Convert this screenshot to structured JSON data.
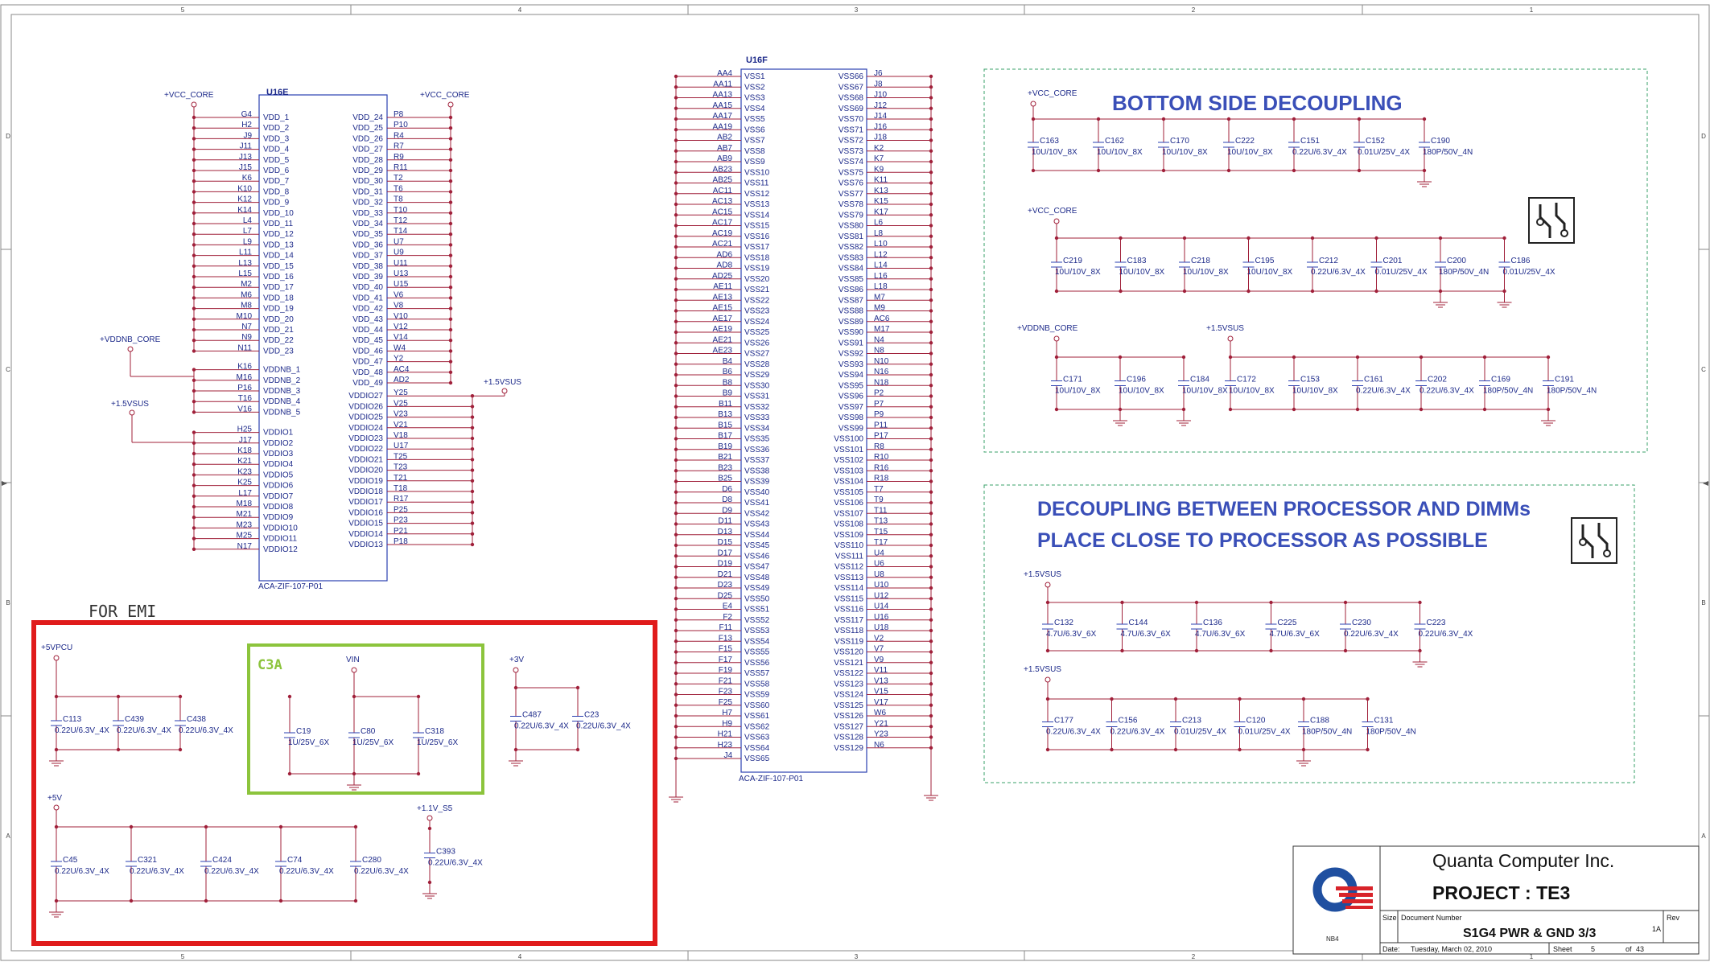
{
  "border": {
    "cols_top": [
      "5",
      "4",
      "3",
      "2",
      "1"
    ],
    "cols_bottom": [
      "5",
      "4",
      "3",
      "2",
      "1"
    ],
    "rows_left": [
      "D",
      "C",
      "B",
      "A"
    ],
    "rows_right": [
      "D",
      "C",
      "B",
      "A"
    ]
  },
  "u16e": {
    "ref": "U16E",
    "footprint": "ACA-ZIF-107-P01",
    "rail_left": "+VCC_CORE",
    "rail_right": "+VCC_CORE",
    "rail_vddnb": "+VDDNB_CORE",
    "rail_vsus_left": "+1.5VSUS",
    "rail_vsus_right": "+1.5VSUS",
    "left_pins": [
      [
        "G4",
        "VDD_1"
      ],
      [
        "H2",
        "VDD_2"
      ],
      [
        "J9",
        "VDD_3"
      ],
      [
        "J11",
        "VDD_4"
      ],
      [
        "J13",
        "VDD_5"
      ],
      [
        "J15",
        "VDD_6"
      ],
      [
        "K6",
        "VDD_7"
      ],
      [
        "K10",
        "VDD_8"
      ],
      [
        "K12",
        "VDD_9"
      ],
      [
        "K14",
        "VDD_10"
      ],
      [
        "L4",
        "VDD_11"
      ],
      [
        "L7",
        "VDD_12"
      ],
      [
        "L9",
        "VDD_13"
      ],
      [
        "L11",
        "VDD_14"
      ],
      [
        "L13",
        "VDD_15"
      ],
      [
        "L15",
        "VDD_16"
      ],
      [
        "M2",
        "VDD_17"
      ],
      [
        "M6",
        "VDD_18"
      ],
      [
        "M8",
        "VDD_19"
      ],
      [
        "M10",
        "VDD_20"
      ],
      [
        "N7",
        "VDD_21"
      ],
      [
        "N9",
        "VDD_22"
      ],
      [
        "N11",
        "VDD_23"
      ],
      [
        "K16",
        "VDDNB_1"
      ],
      [
        "M16",
        "VDDNB_2"
      ],
      [
        "P16",
        "VDDNB_3"
      ],
      [
        "T16",
        "VDDNB_4"
      ],
      [
        "V16",
        "VDDNB_5"
      ],
      [
        "H25",
        "VDDIO1"
      ],
      [
        "J17",
        "VDDIO2"
      ],
      [
        "K18",
        "VDDIO3"
      ],
      [
        "K21",
        "VDDIO4"
      ],
      [
        "K23",
        "VDDIO5"
      ],
      [
        "K25",
        "VDDIO6"
      ],
      [
        "L17",
        "VDDIO7"
      ],
      [
        "M18",
        "VDDIO8"
      ],
      [
        "M21",
        "VDDIO9"
      ],
      [
        "M23",
        "VDDIO10"
      ],
      [
        "M25",
        "VDDIO11"
      ],
      [
        "N17",
        "VDDIO12"
      ]
    ],
    "right_pins": [
      [
        "P8",
        "VDD_24"
      ],
      [
        "P10",
        "VDD_25"
      ],
      [
        "R4",
        "VDD_26"
      ],
      [
        "R7",
        "VDD_27"
      ],
      [
        "R9",
        "VDD_28"
      ],
      [
        "R11",
        "VDD_29"
      ],
      [
        "T2",
        "VDD_30"
      ],
      [
        "T6",
        "VDD_31"
      ],
      [
        "T8",
        "VDD_32"
      ],
      [
        "T10",
        "VDD_33"
      ],
      [
        "T12",
        "VDD_34"
      ],
      [
        "T14",
        "VDD_35"
      ],
      [
        "U7",
        "VDD_36"
      ],
      [
        "U9",
        "VDD_37"
      ],
      [
        "U11",
        "VDD_38"
      ],
      [
        "U13",
        "VDD_39"
      ],
      [
        "U15",
        "VDD_40"
      ],
      [
        "V6",
        "VDD_41"
      ],
      [
        "V8",
        "VDD_42"
      ],
      [
        "V10",
        "VDD_43"
      ],
      [
        "V12",
        "VDD_44"
      ],
      [
        "V14",
        "VDD_45"
      ],
      [
        "W4",
        "VDD_46"
      ],
      [
        "Y2",
        "VDD_47"
      ],
      [
        "AC4",
        "VDD_48"
      ],
      [
        "AD2",
        "VDD_49"
      ],
      [
        "Y25",
        "VDDIO27"
      ],
      [
        "V25",
        "VDDIO26"
      ],
      [
        "V23",
        "VDDIO25"
      ],
      [
        "V21",
        "VDDIO24"
      ],
      [
        "V18",
        "VDDIO23"
      ],
      [
        "U17",
        "VDDIO22"
      ],
      [
        "T25",
        "VDDIO21"
      ],
      [
        "T23",
        "VDDIO20"
      ],
      [
        "T21",
        "VDDIO19"
      ],
      [
        "T18",
        "VDDIO18"
      ],
      [
        "R17",
        "VDDIO17"
      ],
      [
        "P25",
        "VDDIO16"
      ],
      [
        "P23",
        "VDDIO15"
      ],
      [
        "P21",
        "VDDIO14"
      ],
      [
        "P18",
        "VDDIO13"
      ]
    ]
  },
  "u16f": {
    "ref": "U16F",
    "footprint": "ACA-ZIF-107-P01",
    "left_pins": [
      [
        "AA4",
        "VSS1"
      ],
      [
        "AA11",
        "VSS2"
      ],
      [
        "AA13",
        "VSS3"
      ],
      [
        "AA15",
        "VSS4"
      ],
      [
        "AA17",
        "VSS5"
      ],
      [
        "AA19",
        "VSS6"
      ],
      [
        "AB2",
        "VSS7"
      ],
      [
        "AB7",
        "VSS8"
      ],
      [
        "AB9",
        "VSS9"
      ],
      [
        "AB23",
        "VSS10"
      ],
      [
        "AB25",
        "VSS11"
      ],
      [
        "AC11",
        "VSS12"
      ],
      [
        "AC13",
        "VSS13"
      ],
      [
        "AC15",
        "VSS14"
      ],
      [
        "AC17",
        "VSS15"
      ],
      [
        "AC19",
        "VSS16"
      ],
      [
        "AC21",
        "VSS17"
      ],
      [
        "AD6",
        "VSS18"
      ],
      [
        "AD8",
        "VSS19"
      ],
      [
        "AD25",
        "VSS20"
      ],
      [
        "AE11",
        "VSS21"
      ],
      [
        "AE13",
        "VSS22"
      ],
      [
        "AE15",
        "VSS23"
      ],
      [
        "AE17",
        "VSS24"
      ],
      [
        "AE19",
        "VSS25"
      ],
      [
        "AE21",
        "VSS26"
      ],
      [
        "AE23",
        "VSS27"
      ],
      [
        "B4",
        "VSS28"
      ],
      [
        "B6",
        "VSS29"
      ],
      [
        "B8",
        "VSS30"
      ],
      [
        "B9",
        "VSS31"
      ],
      [
        "B11",
        "VSS32"
      ],
      [
        "B13",
        "VSS33"
      ],
      [
        "B15",
        "VSS34"
      ],
      [
        "B17",
        "VSS35"
      ],
      [
        "B19",
        "VSS36"
      ],
      [
        "B21",
        "VSS37"
      ],
      [
        "B23",
        "VSS38"
      ],
      [
        "B25",
        "VSS39"
      ],
      [
        "D6",
        "VSS40"
      ],
      [
        "D8",
        "VSS41"
      ],
      [
        "D9",
        "VSS42"
      ],
      [
        "D11",
        "VSS43"
      ],
      [
        "D13",
        "VSS44"
      ],
      [
        "D15",
        "VSS45"
      ],
      [
        "D17",
        "VSS46"
      ],
      [
        "D19",
        "VSS47"
      ],
      [
        "D21",
        "VSS48"
      ],
      [
        "D23",
        "VSS49"
      ],
      [
        "D25",
        "VSS50"
      ],
      [
        "E4",
        "VSS51"
      ],
      [
        "F2",
        "VSS52"
      ],
      [
        "F11",
        "VSS53"
      ],
      [
        "F13",
        "VSS54"
      ],
      [
        "F15",
        "VSS55"
      ],
      [
        "F17",
        "VSS56"
      ],
      [
        "F19",
        "VSS57"
      ],
      [
        "F21",
        "VSS58"
      ],
      [
        "F23",
        "VSS59"
      ],
      [
        "F25",
        "VSS60"
      ],
      [
        "H7",
        "VSS61"
      ],
      [
        "H9",
        "VSS62"
      ],
      [
        "H21",
        "VSS63"
      ],
      [
        "H23",
        "VSS64"
      ],
      [
        "J4",
        "VSS65"
      ]
    ],
    "right_pins": [
      [
        "J6",
        "VSS66"
      ],
      [
        "J8",
        "VSS67"
      ],
      [
        "J10",
        "VSS68"
      ],
      [
        "J12",
        "VSS69"
      ],
      [
        "J14",
        "VSS70"
      ],
      [
        "J16",
        "VSS71"
      ],
      [
        "J18",
        "VSS72"
      ],
      [
        "K2",
        "VSS73"
      ],
      [
        "K7",
        "VSS74"
      ],
      [
        "K9",
        "VSS75"
      ],
      [
        "K11",
        "VSS76"
      ],
      [
        "K13",
        "VSS77"
      ],
      [
        "K15",
        "VSS78"
      ],
      [
        "K17",
        "VSS79"
      ],
      [
        "L6",
        "VSS80"
      ],
      [
        "L8",
        "VSS81"
      ],
      [
        "L10",
        "VSS82"
      ],
      [
        "L12",
        "VSS83"
      ],
      [
        "L14",
        "VSS84"
      ],
      [
        "L16",
        "VSS85"
      ],
      [
        "L18",
        "VSS86"
      ],
      [
        "M7",
        "VSS87"
      ],
      [
        "M9",
        "VSS88"
      ],
      [
        "AC6",
        "VSS89"
      ],
      [
        "M17",
        "VSS90"
      ],
      [
        "N4",
        "VSS91"
      ],
      [
        "N8",
        "VSS92"
      ],
      [
        "N10",
        "VSS93"
      ],
      [
        "N16",
        "VSS94"
      ],
      [
        "N18",
        "VSS95"
      ],
      [
        "P2",
        "VSS96"
      ],
      [
        "P7",
        "VSS97"
      ],
      [
        "P9",
        "VSS98"
      ],
      [
        "P11",
        "VSS99"
      ],
      [
        "P17",
        "VSS100"
      ],
      [
        "R8",
        "VSS101"
      ],
      [
        "R10",
        "VSS102"
      ],
      [
        "R16",
        "VSS103"
      ],
      [
        "R18",
        "VSS104"
      ],
      [
        "T7",
        "VSS105"
      ],
      [
        "T9",
        "VSS106"
      ],
      [
        "T11",
        "VSS107"
      ],
      [
        "T13",
        "VSS108"
      ],
      [
        "T15",
        "VSS109"
      ],
      [
        "T17",
        "VSS110"
      ],
      [
        "U4",
        "VSS111"
      ],
      [
        "U6",
        "VSS112"
      ],
      [
        "U8",
        "VSS113"
      ],
      [
        "U10",
        "VSS114"
      ],
      [
        "U12",
        "VSS115"
      ],
      [
        "U14",
        "VSS116"
      ],
      [
        "U16",
        "VSS117"
      ],
      [
        "U18",
        "VSS118"
      ],
      [
        "V2",
        "VSS119"
      ],
      [
        "V7",
        "VSS120"
      ],
      [
        "V9",
        "VSS121"
      ],
      [
        "V11",
        "VSS122"
      ],
      [
        "V13",
        "VSS123"
      ],
      [
        "V15",
        "VSS124"
      ],
      [
        "V17",
        "VSS125"
      ],
      [
        "W6",
        "VSS126"
      ],
      [
        "Y21",
        "VSS127"
      ],
      [
        "Y23",
        "VSS128"
      ],
      [
        "N6",
        "VSS129"
      ]
    ]
  },
  "bottom_decoupling": {
    "title": "BOTTOM SIDE DECOUPLING",
    "row1_rail": "+VCC_CORE",
    "row1": [
      [
        "C163",
        "10U/10V_8X"
      ],
      [
        "C162",
        "10U/10V_8X"
      ],
      [
        "C170",
        "10U/10V_8X"
      ],
      [
        "C222",
        "10U/10V_8X"
      ],
      [
        "C151",
        "0.22U/6.3V_4X"
      ],
      [
        "C152",
        "0.01U/25V_4X"
      ],
      [
        "C190",
        "180P/50V_4N"
      ]
    ],
    "row2_rail": "+VCC_CORE",
    "row2": [
      [
        "C219",
        "10U/10V_8X"
      ],
      [
        "C183",
        "10U/10V_8X"
      ],
      [
        "C218",
        "10U/10V_8X"
      ],
      [
        "C195",
        "10U/10V_8X"
      ],
      [
        "C212",
        "0.22U/6.3V_4X"
      ],
      [
        "C201",
        "0.01U/25V_4X"
      ],
      [
        "C200",
        "180P/50V_4N"
      ],
      [
        "C186",
        "0.01U/25V_4X"
      ]
    ],
    "row3a_rail": "+VDDNB_CORE",
    "row3a": [
      [
        "C171",
        "10U/10V_8X"
      ],
      [
        "C196",
        "10U/10V_8X"
      ],
      [
        "C184",
        "10U/10V_8X"
      ]
    ],
    "row3b_rail": "+1.5VSUS",
    "row3b": [
      [
        "C172",
        "10U/10V_8X"
      ],
      [
        "C153",
        "10U/10V_8X"
      ],
      [
        "C161",
        "0.22U/6.3V_4X"
      ],
      [
        "C202",
        "0.22U/6.3V_4X"
      ],
      [
        "C169",
        "180P/50V_4N"
      ],
      [
        "C191",
        "180P/50V_4N"
      ]
    ]
  },
  "dimm_decoupling": {
    "title_line1": "DECOUPLING BETWEEN PROCESSOR AND DIMMs",
    "title_line2": "PLACE CLOSE TO PROCESSOR AS POSSIBLE",
    "row1_rail": "+1.5VSUS",
    "row1": [
      [
        "C132",
        "4.7U/6.3V_6X"
      ],
      [
        "C144",
        "4.7U/6.3V_6X"
      ],
      [
        "C136",
        "4.7U/6.3V_6X"
      ],
      [
        "C225",
        "4.7U/6.3V_6X"
      ],
      [
        "C230",
        "0.22U/6.3V_4X"
      ],
      [
        "C223",
        "0.22U/6.3V_4X"
      ]
    ],
    "row2_rail": "+1.5VSUS",
    "row2": [
      [
        "C177",
        "0.22U/6.3V_4X"
      ],
      [
        "C156",
        "0.22U/6.3V_4X"
      ],
      [
        "C213",
        "0.01U/25V_4X"
      ],
      [
        "C120",
        "0.01U/25V_4X"
      ],
      [
        "C188",
        "180P/50V_4N"
      ],
      [
        "C131",
        "180P/50V_4N"
      ]
    ]
  },
  "emi": {
    "label": "FOR EMI",
    "c3a_label": "C3A",
    "rail_5vpcu": "+5VPCU",
    "group_5vpcu": [
      [
        "C113",
        "0.22U/6.3V_4X"
      ],
      [
        "C439",
        "0.22U/6.3V_4X"
      ],
      [
        "C438",
        "0.22U/6.3V_4X"
      ]
    ],
    "rail_vin": "VIN",
    "group_vin": [
      [
        "C19",
        "1U/25V_6X"
      ],
      [
        "C80",
        "1U/25V_6X"
      ],
      [
        "C318",
        "1U/25V_6X"
      ]
    ],
    "rail_3v": "+3V",
    "group_3v": [
      [
        "C487",
        "0.22U/6.3V_4X"
      ],
      [
        "C23",
        "0.22U/6.3V_4X"
      ]
    ],
    "rail_5v": "+5V",
    "group_5v": [
      [
        "C45",
        "0.22U/6.3V_4X"
      ],
      [
        "C321",
        "0.22U/6.3V_4X"
      ],
      [
        "C424",
        "0.22U/6.3V_4X"
      ],
      [
        "C74",
        "0.22U/6.3V_4X"
      ],
      [
        "C280",
        "0.22U/6.3V_4X"
      ]
    ],
    "rail_11v": "+1.1V_S5",
    "group_11v": [
      [
        "C393",
        "0.22U/6.3V_4X"
      ]
    ]
  },
  "title_block": {
    "company": "Quanta Computer Inc.",
    "project": "PROJECT : TE3",
    "logo_label": "NB4",
    "size_label": "Size",
    "docnum_label": "Document Number",
    "doc_title": "S1G4 PWR & GND 3/3",
    "rev_label": "Rev",
    "rev": "1A",
    "date_label": "Date:",
    "date": "Tuesday, March 02, 2010",
    "sheet_label": "Sheet",
    "sheet": "5",
    "of_label": "of",
    "total": "43"
  },
  "colors": {
    "wire": "#a0203a",
    "part": "#2a3fb0",
    "text": "#1d2a8a",
    "heading": "#3a4fb8",
    "frame": "#8a8a8a",
    "emi_box": "#e01b1b",
    "c3a_box": "#8cc43c",
    "dashed_box": "#3aa06a"
  }
}
